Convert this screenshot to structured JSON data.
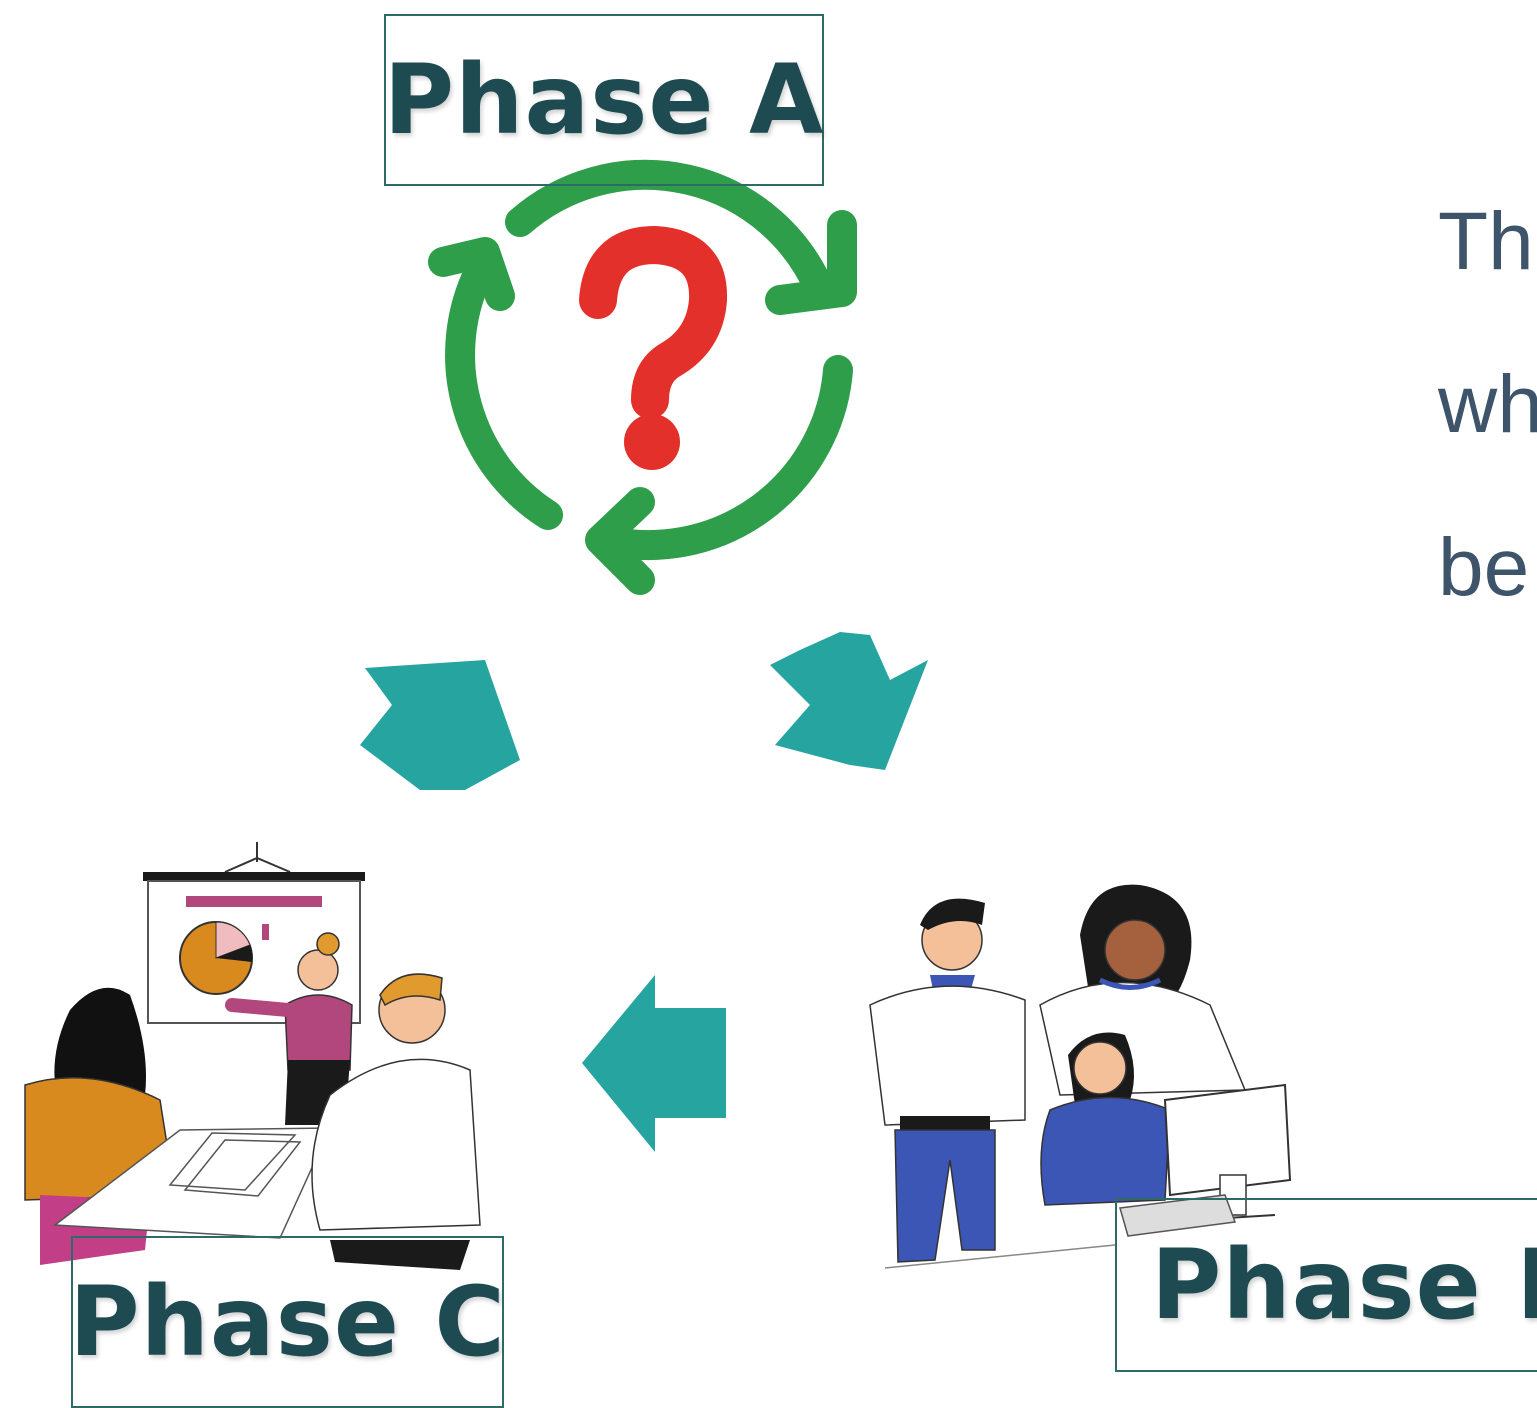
{
  "phases": {
    "a": "Phase A",
    "b": "Phase B",
    "c": "Phase C"
  },
  "side_text": {
    "line1": "Th",
    "line2": "wh",
    "line3": "be"
  },
  "icons": {
    "cycle": "cycle-arrows-icon",
    "question": "question-mark-icon"
  },
  "colors": {
    "teal_arrow": "#26a4a0",
    "cycle_green": "#2e9e4a",
    "question_red": "#e3302a",
    "box_border": "#2e6b66",
    "label_text": "#1e4b52"
  }
}
